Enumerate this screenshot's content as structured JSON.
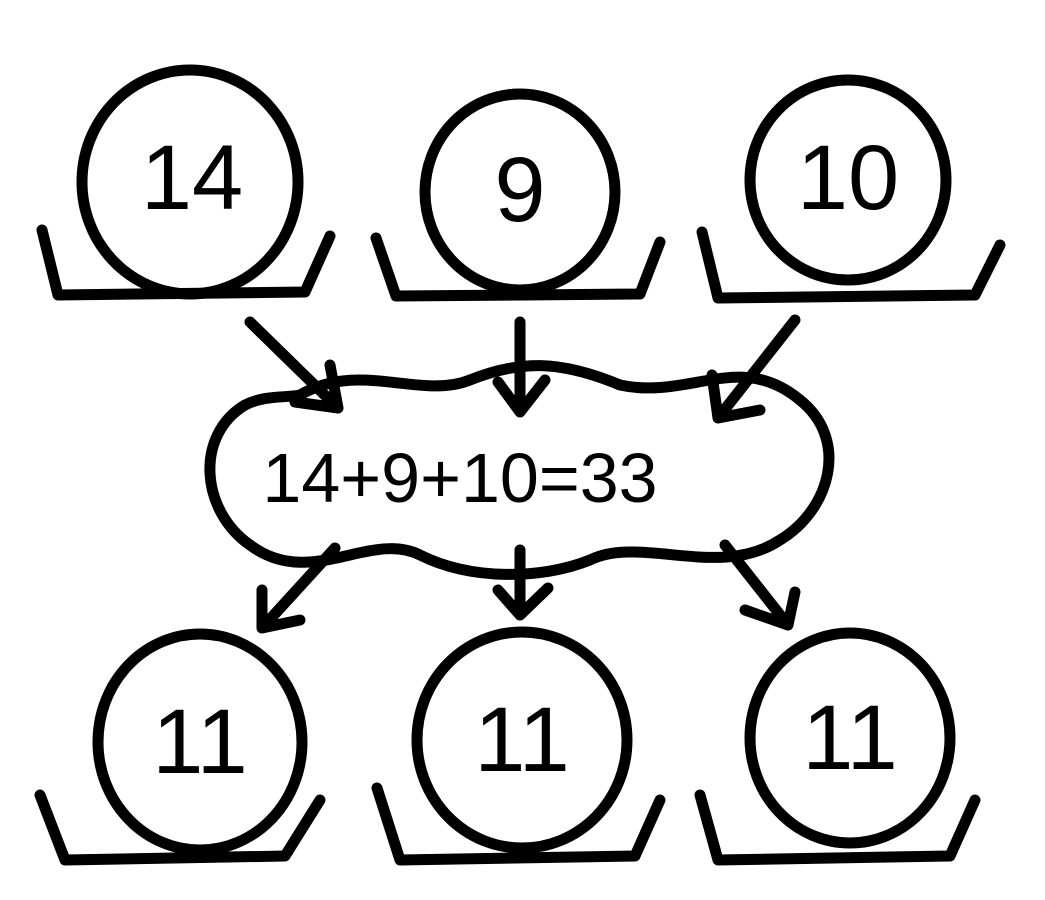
{
  "top_piles": [
    {
      "label": "14"
    },
    {
      "label": "9"
    },
    {
      "label": "10"
    }
  ],
  "equation": {
    "label": "14+9+10=33"
  },
  "bottom_piles": [
    {
      "label": "11"
    },
    {
      "label": "11"
    },
    {
      "label": "11"
    }
  ],
  "colors": {
    "ink": "#000000",
    "background": "#ffffff"
  }
}
